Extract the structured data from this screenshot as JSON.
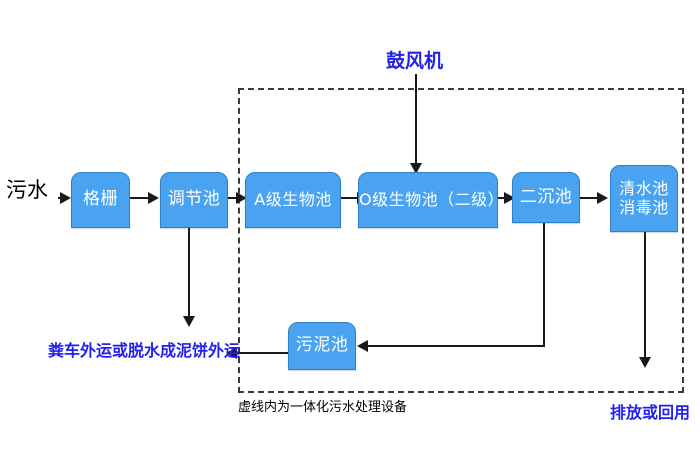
{
  "diagram": {
    "title_note": "虚线内为一体化污水处理设备",
    "colors": {
      "node_fill": "#4aa3f0",
      "node_border": "#2f7fc8",
      "node_text": "#ffffff",
      "annotation_blue": "#2222ee",
      "connector": "#1a1a1a",
      "dashed_border": "#3a3a3a",
      "background": "#ffffff"
    },
    "nodes": [
      {
        "id": "grid",
        "label": "格栅"
      },
      {
        "id": "regulating",
        "label": "调节池"
      },
      {
        "id": "a_stage",
        "label": "A级生物池"
      },
      {
        "id": "o_stage",
        "label": "O级生物池（二级）"
      },
      {
        "id": "secondary",
        "label": "二沉池"
      },
      {
        "id": "clearwater",
        "label": "清水池\n消毒池"
      },
      {
        "id": "sludge",
        "label": "污泥池"
      }
    ],
    "labels": {
      "inflow": "污水",
      "blower": "鼓风机",
      "sludge_out": "粪车外运或脱水成泥饼外运",
      "discharge": "排放或回用",
      "enclosure_caption": "虚线内为一体化污水处理设备"
    }
  }
}
